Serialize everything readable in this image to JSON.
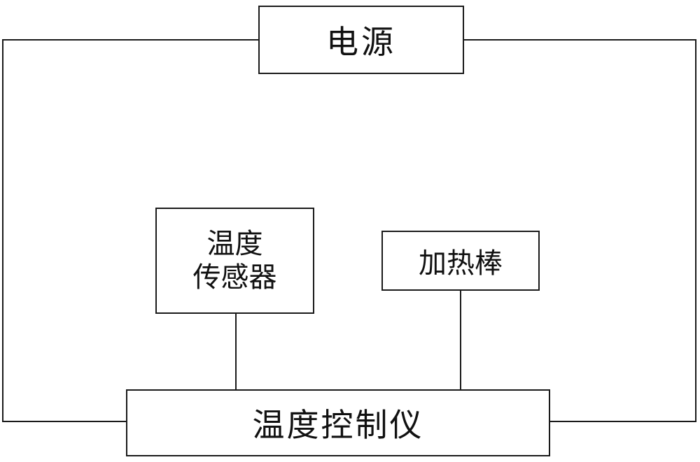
{
  "diagram": {
    "nodes": {
      "power_supply": "电源",
      "temperature_sensor": "温度\n传感器",
      "heating_rod": "加热棒",
      "temperature_controller": "温度控制仪"
    },
    "edges": [
      [
        "power_supply",
        "temperature_controller"
      ],
      [
        "power_supply",
        "temperature_controller"
      ],
      [
        "temperature_sensor",
        "temperature_controller"
      ],
      [
        "heating_rod",
        "temperature_controller"
      ]
    ],
    "line_color": "#1a1a1a"
  }
}
